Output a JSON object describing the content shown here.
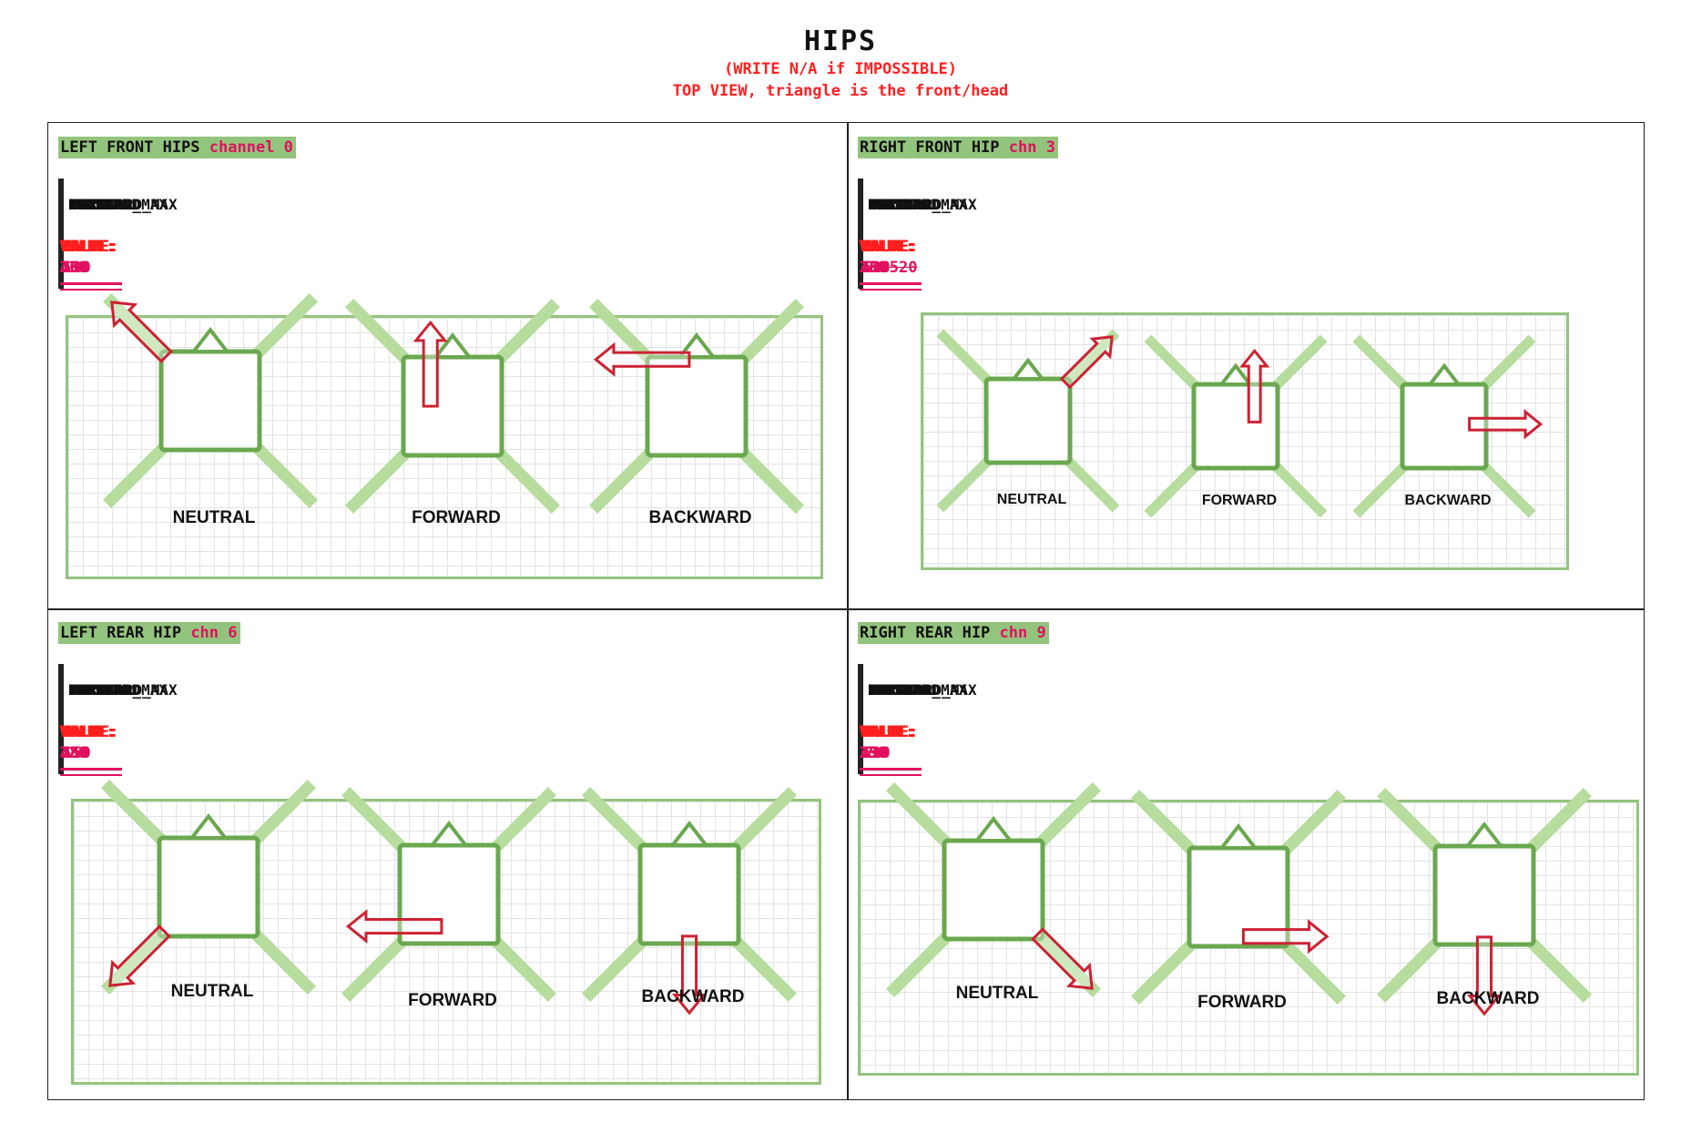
{
  "header": {
    "title": "HIPS",
    "subtitle1": "(WRITE N/A if IMPOSSIBLE)",
    "subtitle2": "TOP VIEW, triangle is the front/head"
  },
  "colors": {
    "accent_green": "#93c47d",
    "square_green": "#6aa84f",
    "arrow_red": "#cc2233",
    "value_pink": "#e0115f",
    "label_red": "#ff1f1f"
  },
  "sections": [
    {
      "title": "LEFT FRONT HIPS",
      "channel": "channel 0",
      "cells": [
        {
          "header": "NEUTRAL",
          "label": "VALUE:",
          "value": "330"
        },
        {
          "header": "FORWARD",
          "label": "VALUE:",
          "value": "400"
        },
        {
          "header": "BACKWARD",
          "label": "VALUE:",
          "value": "180"
        },
        {
          "header": "FORWARD_MAX",
          "label": "VALUE:",
          "value": "510"
        },
        {
          "header": "BACKWARD_MAX",
          "label": "VALUE:",
          "value": "130"
        }
      ],
      "poses": [
        {
          "label": "NEUTRAL",
          "arrow": "up-left"
        },
        {
          "label": "FORWARD",
          "arrow": "up"
        },
        {
          "label": "BACKWARD",
          "arrow": "left"
        }
      ]
    },
    {
      "title": "RIGHT FRONT HIP",
      "channel": "chn 3",
      "cells": [
        {
          "header": "NEUTRAL",
          "label": "VALUE:",
          "value": "330"
        },
        {
          "header": "FORWARD",
          "label": "VALUE:",
          "value": "260"
        },
        {
          "header": "BACKWARD",
          "label": "VALUE:",
          "value": "490"
        },
        {
          "header": "FORWARD_MAX",
          "label": "VALUE:",
          "value": "130",
          "struck": "520"
        },
        {
          "header": "BACKWARD_MAX",
          "label": "VALUE:",
          "value": "520"
        }
      ],
      "poses": [
        {
          "label": "NEUTRAL",
          "arrow": "up-right"
        },
        {
          "label": "FORWARD",
          "arrow": "up"
        },
        {
          "label": "BACKWARD",
          "arrow": "right"
        }
      ]
    },
    {
      "title": "LEFT REAR HIP",
      "channel": "chn 6",
      "cells": [
        {
          "header": "NEUTRAL",
          "label": "VALUE:",
          "value": "320"
        },
        {
          "header": "FORWARD",
          "label": "VALUE:",
          "value": "480"
        },
        {
          "header": "BACKWARD",
          "label": "VALUE:",
          "value": "250"
        },
        {
          "header": "FORWARD_MAX",
          "label": "VALUE:",
          "value": "510"
        },
        {
          "header": "BACKWARD_MAX",
          "label": "VALUE:",
          "value": "150"
        }
      ],
      "poses": [
        {
          "label": "NEUTRAL",
          "arrow": "down-left"
        },
        {
          "label": "FORWARD",
          "arrow": "left"
        },
        {
          "label": "BACKWARD",
          "arrow": "down"
        }
      ]
    },
    {
      "title": "RIGHT REAR HIP",
      "channel": "chn 9",
      "cells": [
        {
          "header": "NEUTRAL",
          "label": "VALUE:",
          "value": "350"
        },
        {
          "header": "FORWARD",
          "label": "VALUE:",
          "value": "190"
        },
        {
          "header": "BACKWARD",
          "label": "VALUE:",
          "value": "410"
        },
        {
          "header": "FORWARD_MAX",
          "label": "VALUE:",
          "value": "130"
        },
        {
          "header": "BACKWARD_MAX",
          "label": "VALUE:",
          "value": "520"
        }
      ],
      "poses": [
        {
          "label": "NEUTRAL",
          "arrow": "down-right"
        },
        {
          "label": "FORWARD",
          "arrow": "right"
        },
        {
          "label": "BACKWARD",
          "arrow": "down"
        }
      ]
    }
  ]
}
